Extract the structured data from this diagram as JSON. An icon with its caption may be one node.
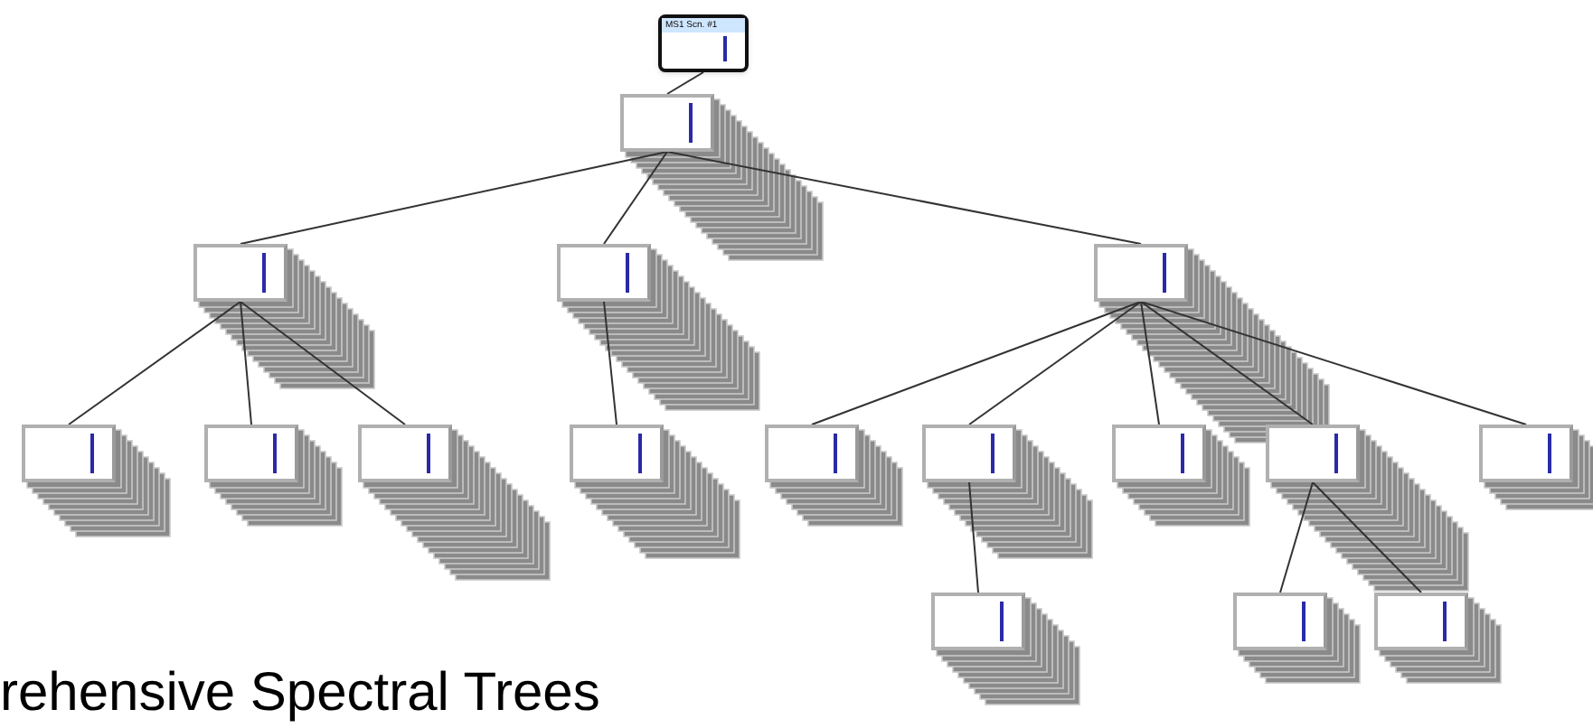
{
  "diagram": {
    "nodes": [
      {
        "text": [
          "MS1 Scn. #1"
        ]
      },
      {
        "text": [],
        "shape": "box"
      },
      {
        "text": [],
        "shape": "box"
      },
      {
        "text": [],
        "shape": "box"
      },
      {
        "text": [],
        "shape": "box"
      },
      {
        "text": [],
        "shape": "box"
      },
      {
        "text": [],
        "shape": "box"
      },
      {
        "text": [],
        "shape": "box"
      },
      {
        "text": [],
        "shape": "box"
      },
      {
        "text": [],
        "shape": "box"
      },
      {
        "text": [],
        "shape": "box"
      },
      {
        "text": [],
        "shape": "box"
      },
      {
        "text": [],
        "shape": "box"
      },
      {
        "text": [],
        "shape": "box"
      },
      {
        "text": [],
        "shape": "box"
      },
      {
        "text": [],
        "shape": "box"
      },
      {
        "text": [],
        "shape": "box"
      }
    ],
    "edges": [
      {
        "from": 0,
        "to": 1,
        "arrow": "none"
      },
      {
        "from": 1,
        "to": 2,
        "arrow": "none"
      },
      {
        "from": 1,
        "to": 3,
        "arrow": "none"
      },
      {
        "from": 1,
        "to": 4,
        "arrow": "none"
      },
      {
        "from": 2,
        "to": 5,
        "arrow": "none"
      },
      {
        "from": 2,
        "to": 6,
        "arrow": "none"
      },
      {
        "from": 2,
        "to": 7,
        "arrow": "none"
      },
      {
        "from": 3,
        "to": 8,
        "arrow": "none"
      },
      {
        "from": 4,
        "to": 9,
        "arrow": "none"
      },
      {
        "from": 4,
        "to": 10,
        "arrow": "none"
      },
      {
        "from": 4,
        "to": 11,
        "arrow": "none"
      },
      {
        "from": 4,
        "to": 12,
        "arrow": "none"
      },
      {
        "from": 4,
        "to": 13,
        "arrow": "none"
      },
      {
        "from": 10,
        "to": 14,
        "arrow": "none"
      },
      {
        "from": 12,
        "to": 15,
        "arrow": "none"
      },
      {
        "from": 12,
        "to": 16,
        "arrow": "none"
      }
    ],
    "labels": [
      "rehensive Spectral Trees"
    ]
  }
}
